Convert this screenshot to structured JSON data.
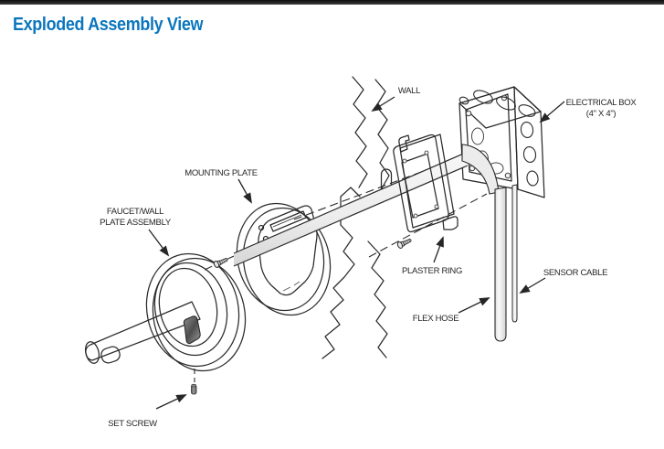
{
  "page": {
    "title": "Exploded Assembly View",
    "title_color": "#0a76bd",
    "top_rule_color": "#1c1c1c",
    "background": "#ffffff"
  },
  "diagram": {
    "ink_color": "#2b2b2b",
    "labels": {
      "wall": "WALL",
      "electrical_box_1": "ELECTRICAL BOX",
      "electrical_box_2": "(4\" X 4\")",
      "mounting_plate": "MOUNTING PLATE",
      "faucet_1": "FAUCET/WALL",
      "faucet_2": "PLATE ASSEMBLY",
      "plaster_ring": "PLASTER RING",
      "flex_hose": "FLEX HOSE",
      "sensor_cable": "SENSOR CABLE",
      "set_screw": "SET SCREW"
    }
  }
}
